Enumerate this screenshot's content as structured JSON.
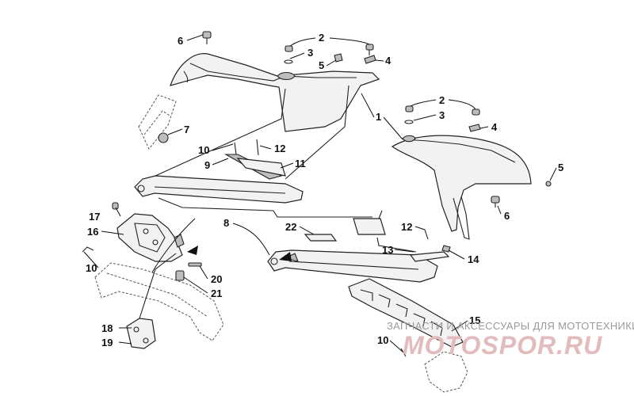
{
  "callouts": {
    "c1": "1",
    "c2a": "2",
    "c2b": "2",
    "c3a": "3",
    "c3b": "3",
    "c4a": "4",
    "c4b": "4",
    "c5a": "5",
    "c5b": "5",
    "c6a": "6",
    "c6b": "6",
    "c7": "7",
    "c8": "8",
    "c9": "9",
    "c10a": "10",
    "c10b": "10",
    "c10c": "10",
    "c11": "11",
    "c12a": "12",
    "c12b": "12",
    "c13": "13",
    "c14": "14",
    "c15": "15",
    "c16": "16",
    "c17": "17",
    "c18": "18",
    "c19": "19",
    "c20": "20",
    "c21": "21",
    "c22": "22"
  },
  "watermark": {
    "tagline": "ЗАПЧАСТИ И АКСЕССУАРЫ ДЛЯ МОТОТЕХНИКИ",
    "logo": "MOTOSPOR.RU"
  },
  "colors": {
    "line": "#222222",
    "watermark_text": "#9a9a9a",
    "watermark_logo": "#e2bcbc"
  }
}
